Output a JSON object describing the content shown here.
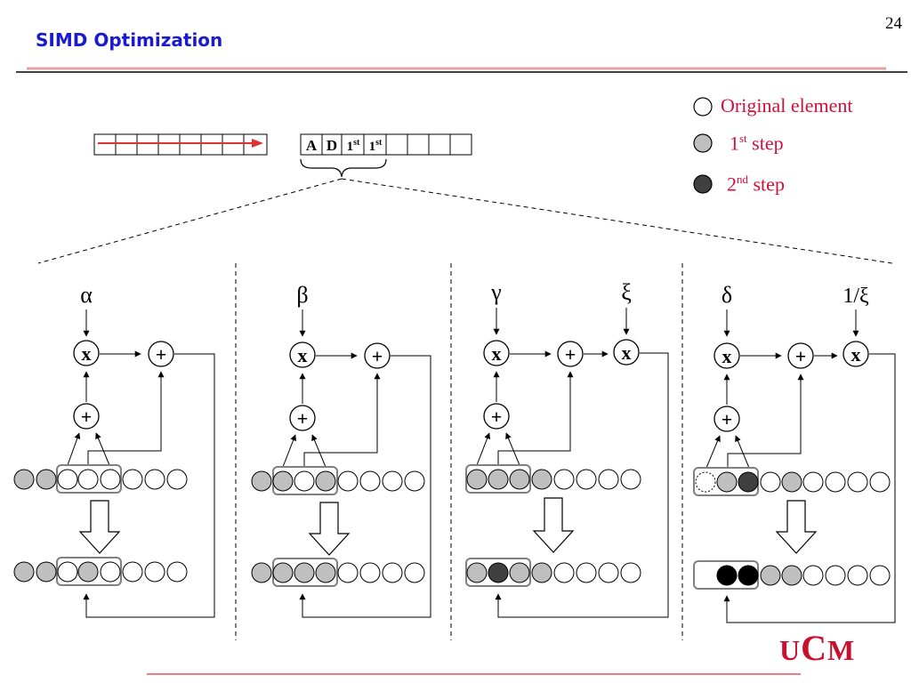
{
  "slide": {
    "title": "SIMD Optimization",
    "page_number": "24"
  },
  "legend": {
    "original": "Original element",
    "first_step_num": "1",
    "first_step_sup": "st",
    "first_step_text": " step",
    "second_step_num": "2",
    "second_step_sup": "nd",
    "second_step_text": " step"
  },
  "vector": {
    "cells": [
      "A",
      "D",
      "1st",
      "1st"
    ]
  },
  "panels": {
    "p1": {
      "input_a": "α"
    },
    "p2": {
      "input_a": "β"
    },
    "p3": {
      "input_a": "γ",
      "input_b": "ξ"
    },
    "p4": {
      "input_a": "δ",
      "input_b": "1/ξ"
    }
  },
  "operators": {
    "mul": "x",
    "add": "+"
  },
  "logo": {
    "u": "U",
    "c": "C",
    "m": "M"
  },
  "colors": {
    "title": "#1a1ad0",
    "legend_text": "#d0103a",
    "rule_red": "#e03030",
    "gray_fill": "#bfbfbf",
    "dark_fill": "#404040",
    "logo": "#c8102e"
  }
}
